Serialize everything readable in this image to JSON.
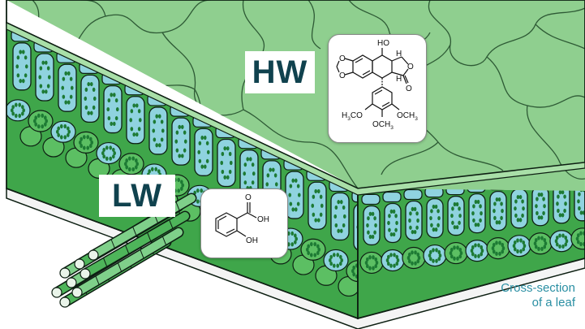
{
  "labels": {
    "hw": "HW",
    "lw": "LW"
  },
  "caption": {
    "line1": "Cross-section",
    "line2": "of a leaf"
  },
  "molecules": {
    "hw": {
      "atoms": {
        "ho": "HO",
        "h_top": "H",
        "h_bottom": "H",
        "o_ring1": "O",
        "o_ring2": "O",
        "o_lactone": "O",
        "o_carbonyl": "O",
        "h3co": "H",
        "h3co_sub": "3",
        "h3co_tail": "CO",
        "och3_right": "OCH",
        "och3_right_sub": "3",
        "och3_bottom": "OCH",
        "och3_bottom_sub": "3"
      }
    },
    "lw": {
      "atoms": {
        "o_carbonyl": "O",
        "oh_acid": "OH",
        "oh_phenol": "OH"
      }
    }
  },
  "colors": {
    "epidermis_top": "#8fcf8f",
    "cuticle_edge": "#a9dfa8",
    "cell_blue": "#8fd3df",
    "mesophyll_green": "#3fa64a",
    "chloroplast": "#1d7a34",
    "outline": "#0d1f12",
    "label_text": "#10424e",
    "caption_text": "#2a8fa3"
  }
}
